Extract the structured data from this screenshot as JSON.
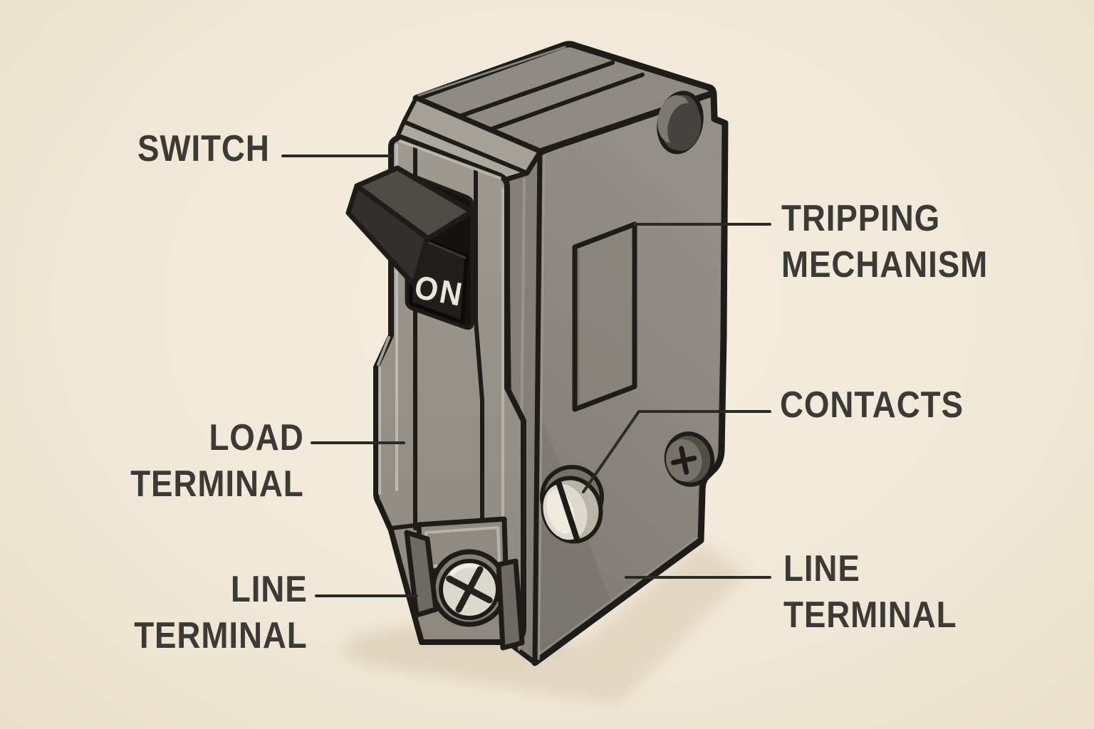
{
  "page": {
    "background_color": "#f1e9d8",
    "label_text_color": "#3b3a36",
    "leader_line_color": "#2b2a26"
  },
  "breaker": {
    "switch_state": "ON",
    "body_color": "#8c8880",
    "front_panel_color": "#9a968e",
    "switch_handle_color": "#343230",
    "outline_color": "#1d1c19"
  },
  "labels": {
    "switch": {
      "line1": "SWITCH"
    },
    "tripping_mechanism": {
      "line1": "TRIPPING",
      "line2": "MECHANISM"
    },
    "load_terminal": {
      "line1": "LOAD",
      "line2": "TERMINAL"
    },
    "contacts": {
      "line1": "CONTACTS"
    },
    "line_terminal_bottom": {
      "line1": "LINE",
      "line2": "TERMINAL"
    },
    "line_terminal_right": {
      "line1": "LINE",
      "line2": "TERMINAL"
    }
  }
}
